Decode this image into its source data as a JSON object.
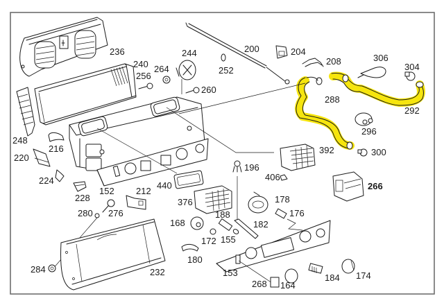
{
  "diagram": {
    "title": "Heater / climate control parts exploded view",
    "highlight_color": "#f5e400",
    "line_color": "#1a1a1a",
    "frame_color": "#6e6e6e",
    "highlighted_parts": [
      "288",
      "292"
    ],
    "callouts": [
      {
        "id": "236",
        "label": "236",
        "part": "blower-housing"
      },
      {
        "id": "240",
        "label": "240",
        "part": "heater-core"
      },
      {
        "id": "244",
        "label": "244",
        "part": "valve"
      },
      {
        "id": "248",
        "label": "248",
        "part": "side-panel"
      },
      {
        "id": "252",
        "label": "252",
        "part": "grommet"
      },
      {
        "id": "256",
        "label": "256",
        "part": "screw"
      },
      {
        "id": "260",
        "label": "260",
        "part": "screw"
      },
      {
        "id": "264",
        "label": "264",
        "part": "nut"
      },
      {
        "id": "200",
        "label": "200",
        "part": "cable"
      },
      {
        "id": "204",
        "label": "204",
        "part": "clip"
      },
      {
        "id": "208",
        "label": "208",
        "part": "bracket"
      },
      {
        "id": "306",
        "label": "306",
        "part": "cable-tie"
      },
      {
        "id": "304",
        "label": "304",
        "part": "hose-clamp"
      },
      {
        "id": "288",
        "label": "288",
        "part": "heater-hose-left"
      },
      {
        "id": "292",
        "label": "292",
        "part": "heater-hose-right"
      },
      {
        "id": "296",
        "label": "296",
        "part": "grommet-double"
      },
      {
        "id": "300",
        "label": "300",
        "part": "clamp"
      },
      {
        "id": "392",
        "label": "392",
        "part": "air-vent-right"
      },
      {
        "id": "216",
        "label": "216",
        "part": "clip"
      },
      {
        "id": "220",
        "label": "220",
        "part": "flap"
      },
      {
        "id": "224",
        "label": "224",
        "part": "lever"
      },
      {
        "id": "228",
        "label": "228",
        "part": "clip"
      },
      {
        "id": "152",
        "label": "152",
        "part": "control-panel"
      },
      {
        "id": "212",
        "label": "212",
        "part": "bracket"
      },
      {
        "id": "440",
        "label": "440",
        "part": "gasket"
      },
      {
        "id": "196",
        "label": "196",
        "part": "bulb-socket"
      },
      {
        "id": "406",
        "label": "406",
        "part": "clip"
      },
      {
        "id": "266",
        "label": "266",
        "part": "relay",
        "bold": true
      },
      {
        "id": "376",
        "label": "376",
        "part": "air-vent-left"
      },
      {
        "id": "178",
        "label": "178",
        "part": "blower-switch"
      },
      {
        "id": "176",
        "label": "176",
        "part": "sensor"
      },
      {
        "id": "280",
        "label": "280",
        "part": "washer"
      },
      {
        "id": "276",
        "label": "276",
        "part": "screw"
      },
      {
        "id": "168",
        "label": "168",
        "part": "rotary-switch"
      },
      {
        "id": "188",
        "label": "188",
        "part": "lamp-holder"
      },
      {
        "id": "182",
        "label": "182",
        "part": "light-guide"
      },
      {
        "id": "172",
        "label": "172",
        "part": "nut"
      },
      {
        "id": "155",
        "label": "155",
        "part": "bulb"
      },
      {
        "id": "284",
        "label": "284",
        "part": "nut"
      },
      {
        "id": "232",
        "label": "232",
        "part": "storage-tray"
      },
      {
        "id": "180",
        "label": "180",
        "part": "clip"
      },
      {
        "id": "153",
        "label": "153",
        "part": "control-panel-trim"
      },
      {
        "id": "268",
        "label": "268",
        "part": "switch"
      },
      {
        "id": "164",
        "label": "164",
        "part": "knob"
      },
      {
        "id": "184",
        "label": "184",
        "part": "button"
      },
      {
        "id": "174",
        "label": "174",
        "part": "knob"
      }
    ]
  }
}
